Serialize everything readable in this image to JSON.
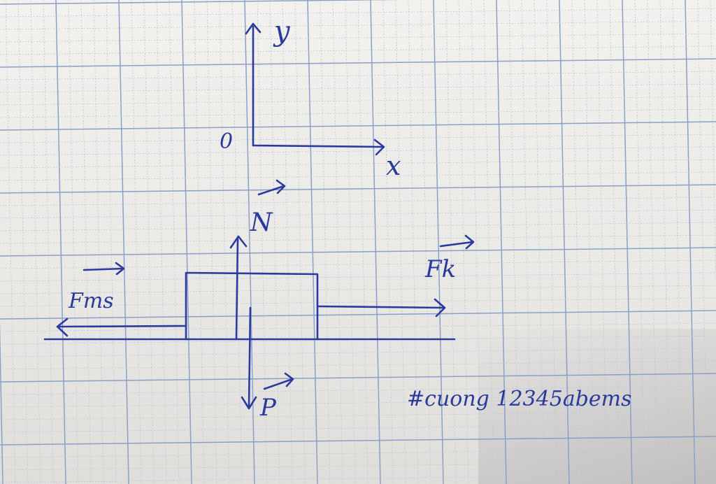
{
  "axes": {
    "y_label": "y",
    "x_label": "x",
    "origin_label": "0"
  },
  "forces": {
    "normal": "N",
    "friction": "Fms",
    "pull": "Fk",
    "weight": "P"
  },
  "note": "#cuong 12345abems",
  "colors": {
    "ink": "#2b3a9e",
    "grid_major": "#8aa0c8",
    "grid_minor": "#b7c2d9",
    "paper": "#efeeeb"
  }
}
